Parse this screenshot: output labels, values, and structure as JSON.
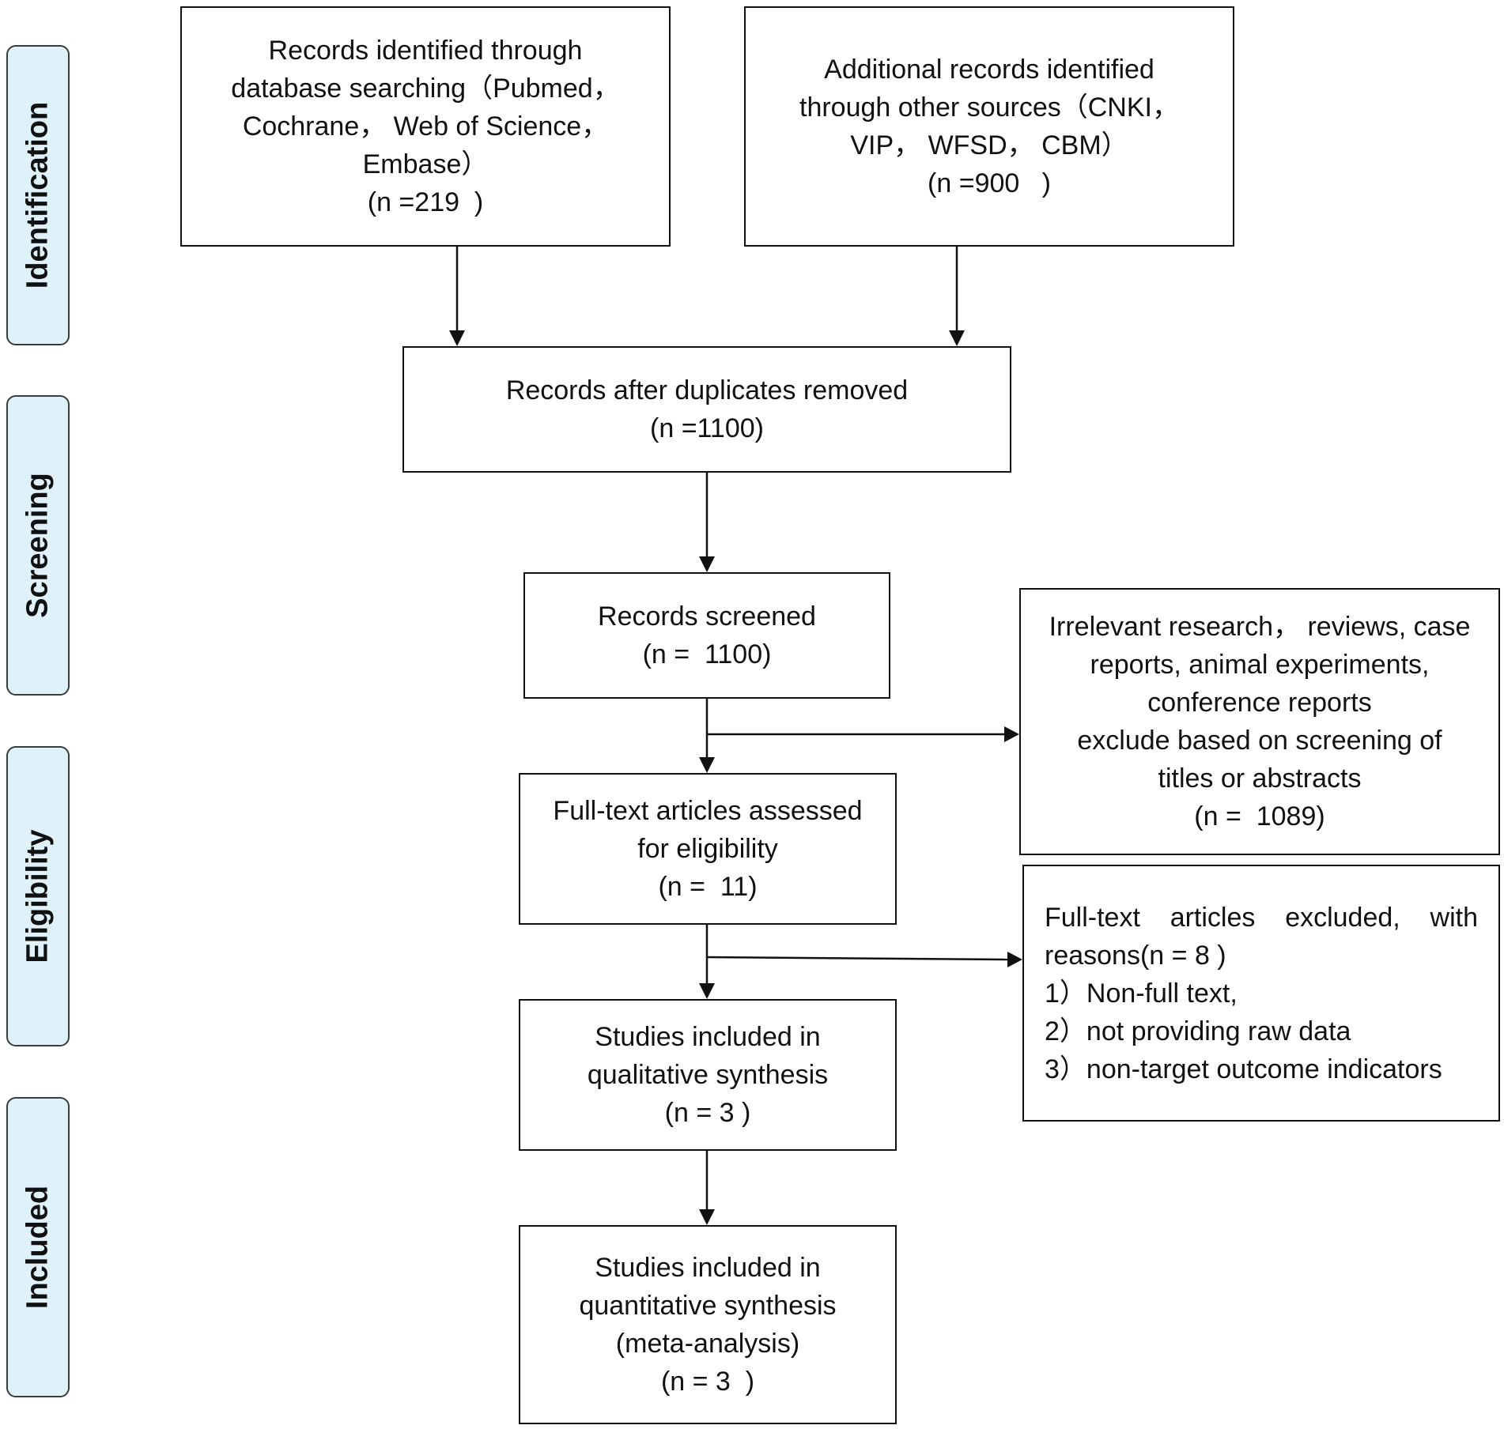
{
  "phases": {
    "identification": "Identification",
    "screening": "Screening",
    "eligibility": "Eligibility",
    "included": "Included"
  },
  "boxes": {
    "database_search": [
      "Records identified through",
      "database searching（Pubmed，",
      "Cochrane， Web of Science，",
      "Embase）",
      "(n =219  )"
    ],
    "other_sources": [
      "Additional records identified",
      "through other sources（CNKI，",
      "VIP， WFSD， CBM）",
      "(n =900   )"
    ],
    "after_duplicates": [
      "Records after duplicates removed",
      "(n =1100)"
    ],
    "screened": [
      "Records screened",
      "(n =  1100)"
    ],
    "excluded_screening": [
      "Irrelevant research， reviews, case",
      "reports, animal experiments,",
      "conference reports",
      "exclude based on screening of",
      "titles or abstracts",
      "(n =  1089)"
    ],
    "full_text": [
      "Full-text articles assessed",
      "for eligibility",
      "(n =  11)"
    ],
    "excluded_full_text": {
      "heading_words": [
        "Full-text",
        "articles",
        "excluded,",
        "with"
      ],
      "lines": [
        "reasons(n = 8 )",
        "1）Non-full text,",
        "2）not providing raw data",
        "3）non-target outcome indicators"
      ]
    },
    "qualitative": [
      "Studies included in",
      "qualitative synthesis",
      "(n = 3 )"
    ],
    "quantitative": [
      "Studies included in",
      "quantitative synthesis",
      "(meta-analysis)",
      "(n = 3  )"
    ]
  }
}
